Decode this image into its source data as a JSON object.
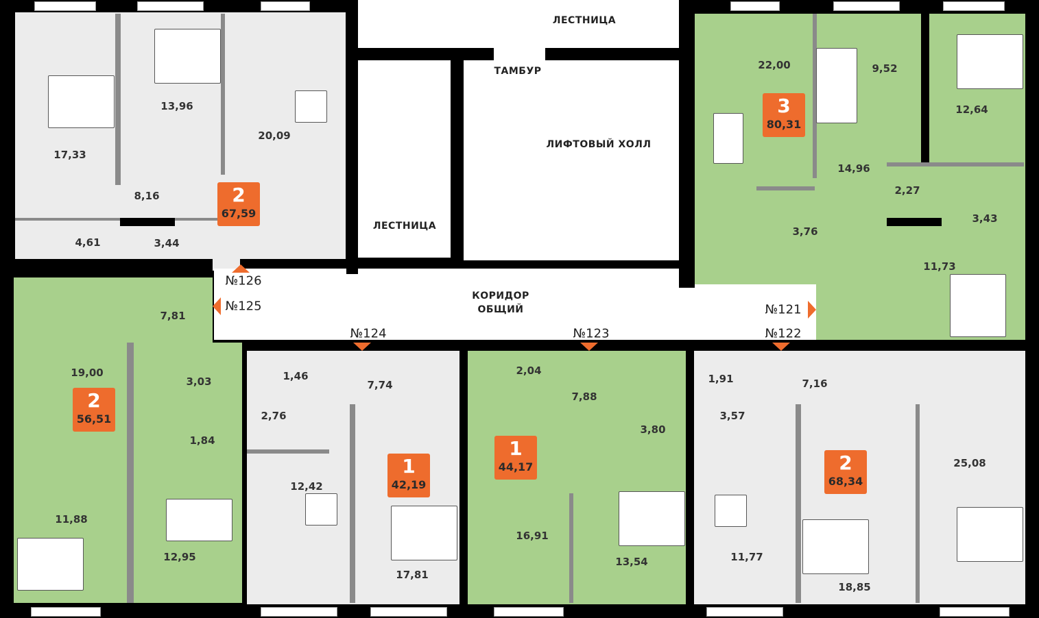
{
  "colors": {
    "accent": "#ee6c2d",
    "living_green": "#a8d08c",
    "living_gray": "#ececec"
  },
  "common": {
    "stairs_top": "ЛЕСТНИЦА",
    "stairs": "ЛЕСТНИЦА",
    "vestibule": "ТАМБУР",
    "lift_hall": "ЛИФТОВЫЙ ХОЛЛ",
    "corridor_line1": "КОРИДОР",
    "corridor_line2": "ОБЩИЙ"
  },
  "apartments": [
    {
      "number": "№126",
      "rooms": "2",
      "area": "67,59",
      "room_areas": [
        "17,33",
        "13,96",
        "20,09",
        "8,16",
        "4,61",
        "3,44"
      ]
    },
    {
      "number": "№125",
      "rooms": "2",
      "area": "56,51",
      "room_areas": [
        "7,81",
        "19,00",
        "3,03",
        "1,84",
        "11,88",
        "12,95"
      ]
    },
    {
      "number": "№124",
      "rooms": "1",
      "area": "42,19",
      "room_areas": [
        "1,46",
        "7,74",
        "2,76",
        "12,42",
        "17,81"
      ]
    },
    {
      "number": "№123",
      "rooms": "1",
      "area": "44,17",
      "room_areas": [
        "2,04",
        "7,88",
        "3,80",
        "16,91",
        "13,54"
      ]
    },
    {
      "number": "№122",
      "rooms": "2",
      "area": "68,34",
      "room_areas": [
        "1,91",
        "7,16",
        "3,57",
        "25,08",
        "11,77",
        "18,85"
      ]
    },
    {
      "number": "№121",
      "rooms": "3",
      "area": "80,31",
      "room_areas": [
        "22,00",
        "9,52",
        "12,64",
        "14,96",
        "2,27",
        "3,43",
        "3,76",
        "11,73"
      ]
    }
  ]
}
